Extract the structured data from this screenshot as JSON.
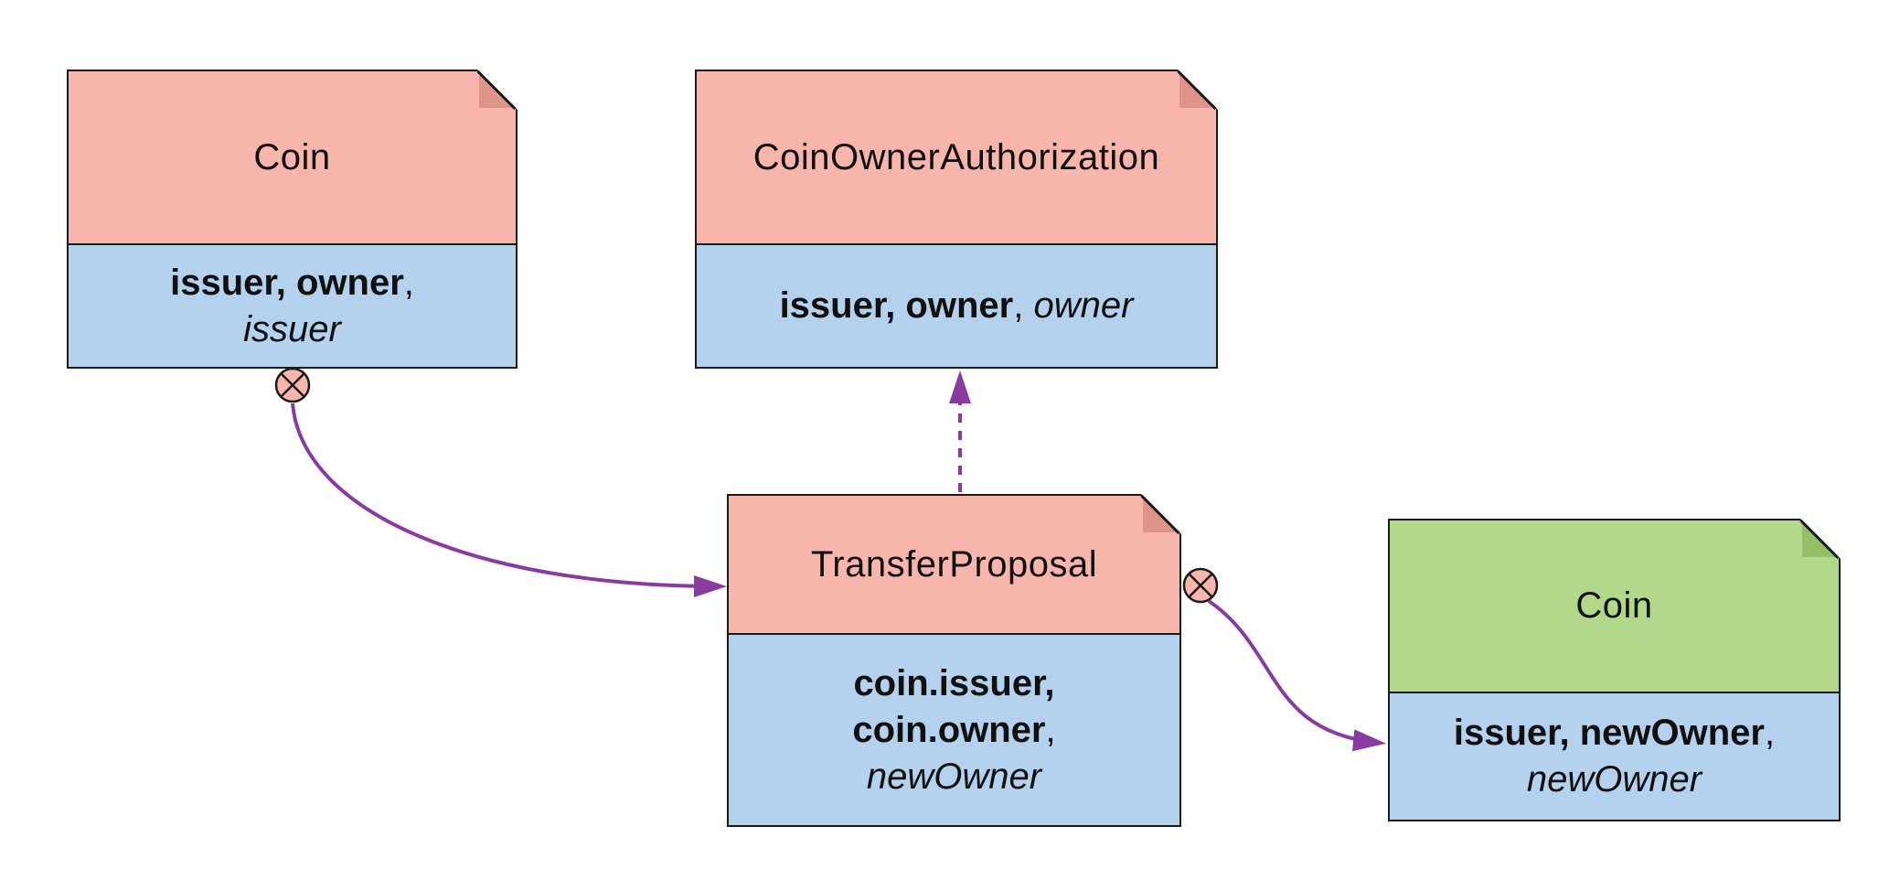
{
  "colors": {
    "background": "#ffffff",
    "outline": "#1a1a1a",
    "pink_header": "#f8b5ac",
    "pink_fold": "#df948a",
    "blue_body": "#b4d2ed",
    "green_header": "#b2d98b",
    "green_fold": "#93c066",
    "arrow_purple": "#8a3ba0"
  },
  "diagram": {
    "nodes": [
      {
        "id": "coin",
        "title": "Coin",
        "lines": [
          {
            "bold": "issuer, owner",
            "regular": ",",
            "italic": ""
          },
          {
            "bold": "",
            "regular": "",
            "italic": "issuer"
          }
        ]
      },
      {
        "id": "coin-owner-authorization",
        "title": "CoinOwnerAuthorization",
        "lines": [
          {
            "bold": "issuer, owner",
            "regular": ", ",
            "italic": "owner"
          }
        ]
      },
      {
        "id": "transfer-proposal",
        "title": "TransferProposal",
        "lines": [
          {
            "bold": "coin.issuer,",
            "regular": "",
            "italic": ""
          },
          {
            "bold": "coin.owner",
            "regular": ",",
            "italic": ""
          },
          {
            "bold": "",
            "regular": "",
            "italic": "newOwner"
          }
        ]
      },
      {
        "id": "coin-new",
        "title": "Coin",
        "lines": [
          {
            "bold": "issuer, newOwner",
            "regular": ",",
            "italic": ""
          },
          {
            "bold": "",
            "regular": "",
            "italic": "newOwner"
          }
        ]
      }
    ],
    "edges": [
      {
        "id": "coin-to-transfer-proposal",
        "from": "Coin",
        "to": "TransferProposal",
        "line": "solid",
        "source_marker": "archive-cross-circle"
      },
      {
        "id": "transfer-proposal-to-coin-owner-authorization",
        "from": "TransferProposal",
        "to": "CoinOwnerAuthorization",
        "line": "dashed",
        "source_marker": ""
      },
      {
        "id": "transfer-proposal-to-coin-new",
        "from": "TransferProposal",
        "to": "Coin",
        "line": "solid",
        "source_marker": "archive-cross-circle"
      }
    ]
  }
}
